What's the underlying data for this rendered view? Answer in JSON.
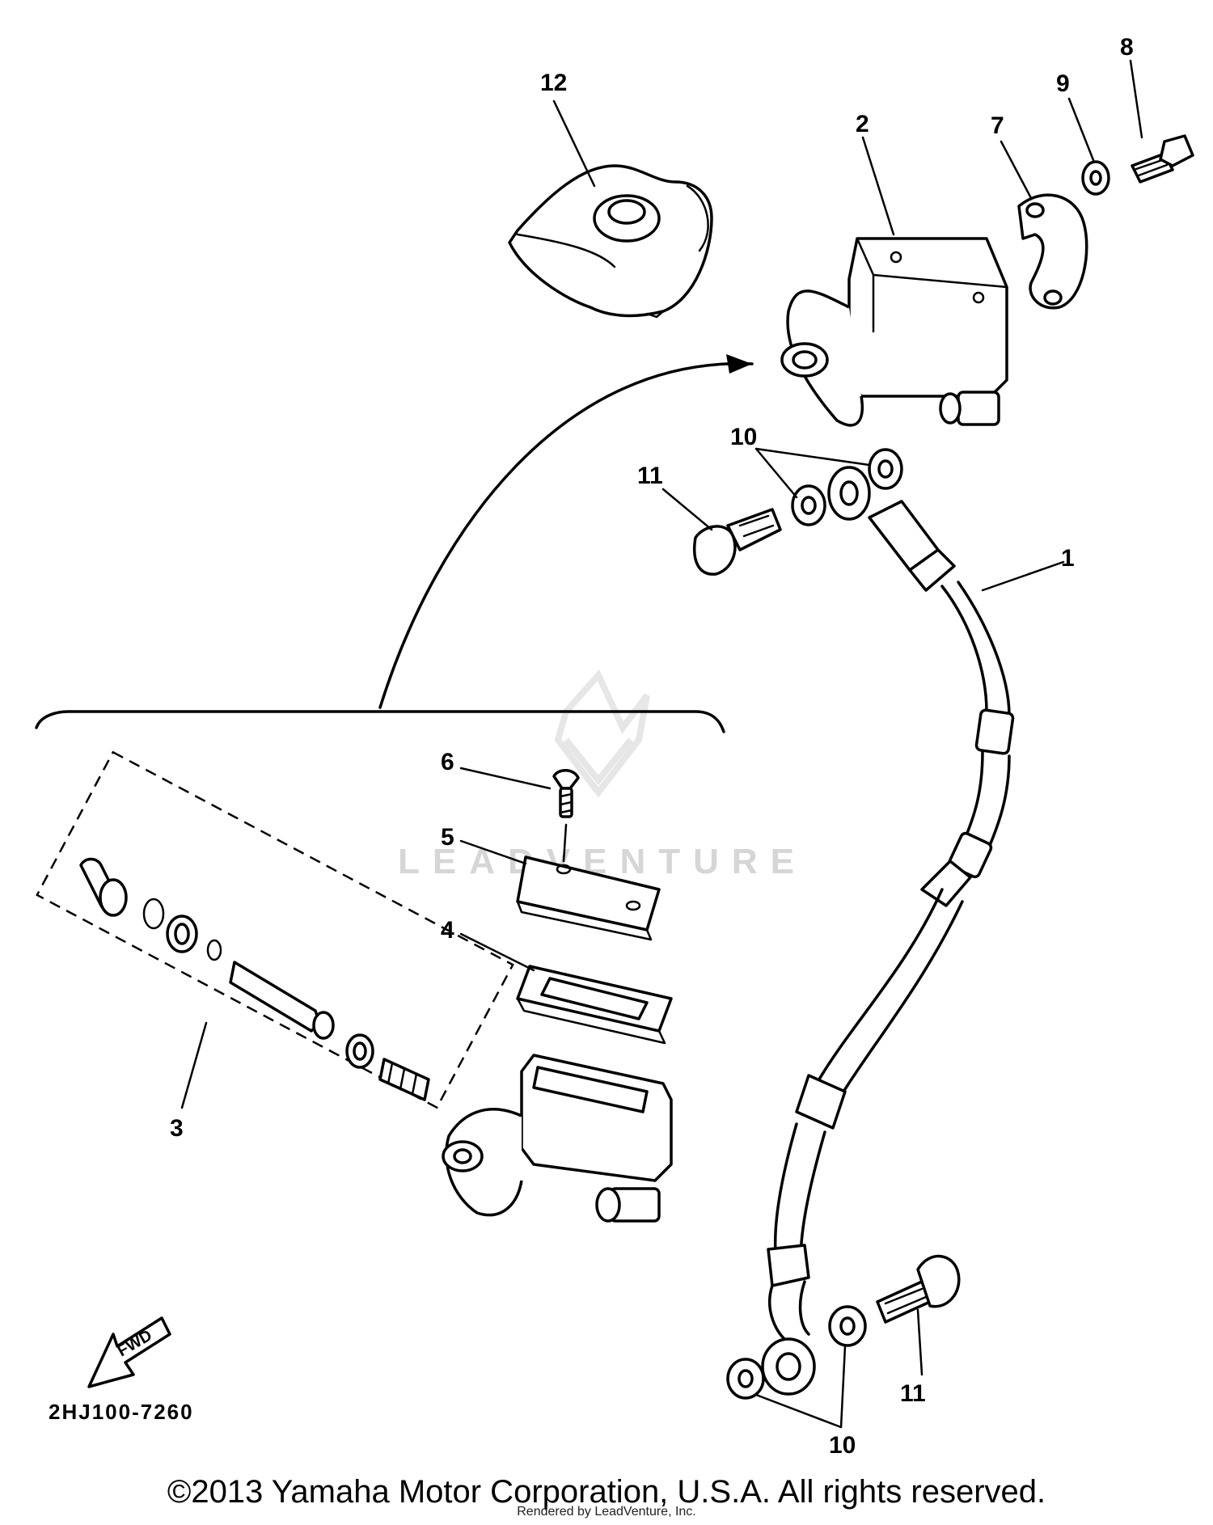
{
  "callouts": {
    "c1": "1",
    "c2": "2",
    "c3": "3",
    "c4": "4",
    "c5": "5",
    "c6": "6",
    "c7": "7",
    "c8": "8",
    "c9": "9",
    "c10a": "10",
    "c10b": "10",
    "c11a": "11",
    "c11b": "11",
    "c12": "12"
  },
  "fwd_label": "FWD",
  "diagram_code": "2HJ100-7260",
  "watermark": "LEADVENTURE",
  "copyright": "©2013 Yamaha Motor Corporation, U.S.A. All rights reserved.",
  "rendered_by": "Rendered by LeadVenture, Inc.",
  "colors": {
    "line": "#000000",
    "background": "#ffffff",
    "watermark": "#d6d6d6"
  }
}
